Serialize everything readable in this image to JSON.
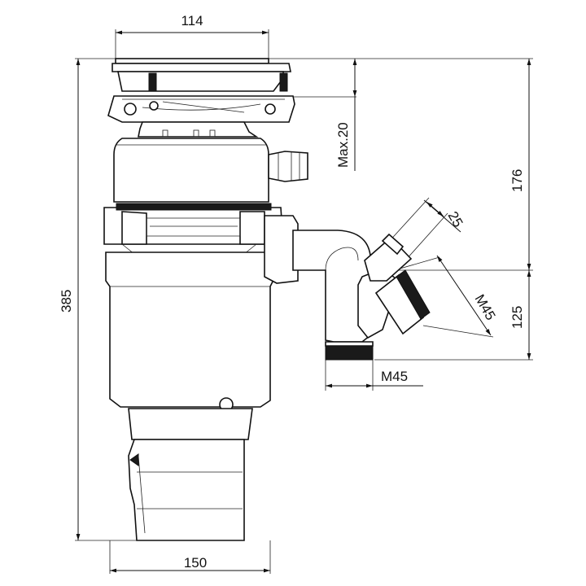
{
  "dimensions": {
    "top_width": "114",
    "max_height": "Max.20",
    "height_176": "176",
    "overall_height": "385",
    "outlet_diameter": "25",
    "outlet_thread": "M45",
    "height_125": "125",
    "drain_thread": "M45",
    "body_width": "150"
  }
}
